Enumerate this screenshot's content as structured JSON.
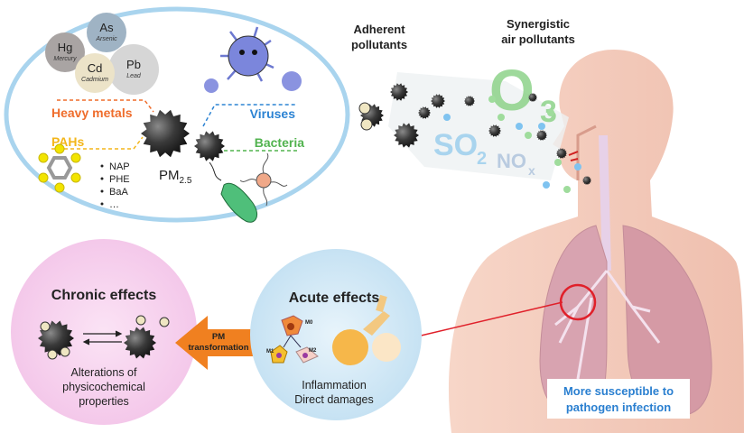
{
  "metals": [
    {
      "symbol": "As",
      "name": "Arsenic",
      "color": "#9fb3c4"
    },
    {
      "symbol": "Hg",
      "name": "Mercury",
      "color": "#a9a4a3"
    },
    {
      "symbol": "Pb",
      "name": "Lead",
      "color": "#d6d6d6"
    },
    {
      "symbol": "Cd",
      "name": "Cadmium",
      "color": "#ece3c8"
    }
  ],
  "labels": {
    "heavy_metals": "Heavy metals",
    "pahs": "PAHs",
    "viruses": "Viruses",
    "bacteria": "Bacteria",
    "pm": "PM",
    "pm_sub": "2.5",
    "adherent_1": "Adherent",
    "adherent_2": "pollutants",
    "synergistic_1": "Synergistic",
    "synergistic_2": "air pollutants",
    "o3": "O",
    "o3_sub": "3",
    "so2": "SO",
    "so2_sub": "2",
    "nox": "NO",
    "nox_sub": "x",
    "susceptible_1": "More susceptible to",
    "susceptible_2": "pathogen infection"
  },
  "pah_list": [
    "NAP",
    "PHE",
    "BaA",
    "…"
  ],
  "chronic": {
    "title": "Chronic effects",
    "desc": [
      "Alterations of",
      "physicochemical",
      "properties"
    ]
  },
  "transformation": [
    "PM",
    "transformation"
  ],
  "acute": {
    "title": "Acute effects",
    "desc": [
      "Inflammation",
      "Direct damages"
    ],
    "cells": [
      "M0",
      "M1",
      "M2"
    ]
  },
  "colors": {
    "heavy_metals": "#ef6d2c",
    "pahs": "#f3b61b",
    "viruses": "#2c83d3",
    "bacteria": "#52b34f",
    "ellipse": "#a9d4ee",
    "arrow": "#f08020",
    "chronic": "#f7d3ee",
    "acute": "#d1e8f6",
    "skin": "#f3c8b8",
    "lung": "#d59aa5",
    "highlight": "#e0202a",
    "info": "#2a7fd0"
  }
}
